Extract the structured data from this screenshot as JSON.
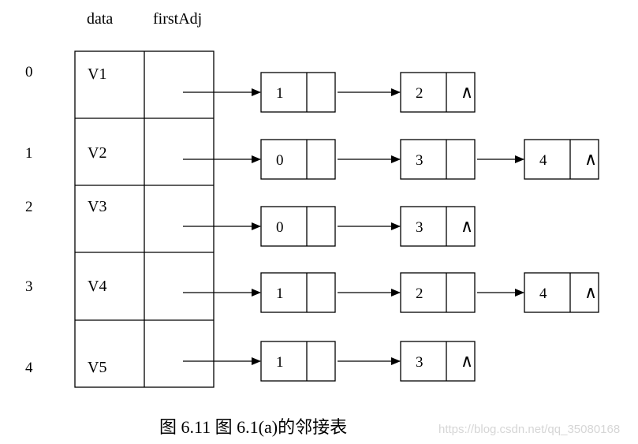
{
  "headers": {
    "data": "data",
    "firstAdj": "firstAdj"
  },
  "vertices": [
    {
      "index": "0",
      "name": "V1",
      "adj": [
        "1",
        "2"
      ]
    },
    {
      "index": "1",
      "name": "V2",
      "adj": [
        "0",
        "3",
        "4"
      ]
    },
    {
      "index": "2",
      "name": "V3",
      "adj": [
        "0",
        "3"
      ]
    },
    {
      "index": "3",
      "name": "V4",
      "adj": [
        "1",
        "2",
        "4"
      ]
    },
    {
      "index": "4",
      "name": "V5",
      "adj": [
        "1",
        "3"
      ]
    }
  ],
  "null_symbol": "∧",
  "caption": "图 6.11  图 6.1(a)的邻接表",
  "watermark": "https://blog.csdn.net/qq_35080168"
}
